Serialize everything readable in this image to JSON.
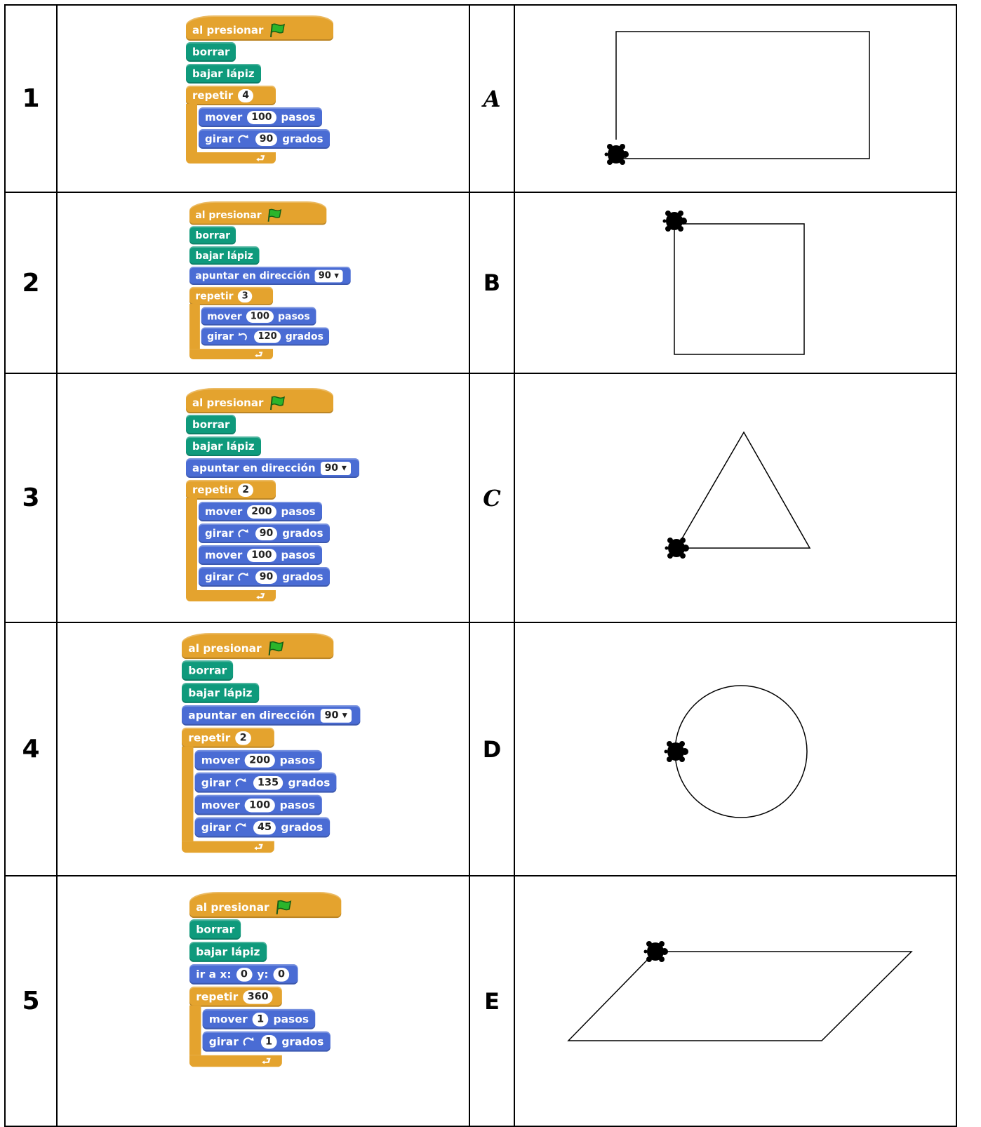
{
  "rows": [
    {
      "number": "1",
      "letter": "A",
      "script": {
        "hat": "al presionar",
        "blocks": [
          "borrar",
          "bajar lápiz"
        ],
        "repeat": {
          "label": "repetir",
          "count": "4"
        },
        "inner": [
          {
            "pre": "mover",
            "val": "100",
            "post": "pasos"
          },
          {
            "pre": "girar",
            "icon": "turn-right-icon",
            "val": "90",
            "post": "grados"
          }
        ]
      }
    },
    {
      "number": "2",
      "letter": "B",
      "script": {
        "hat": "al presionar",
        "blocks": [
          "borrar",
          "bajar lápiz"
        ],
        "point": {
          "label": "apuntar en dirección",
          "val": "90"
        },
        "repeat": {
          "label": "repetir",
          "count": "3"
        },
        "inner": [
          {
            "pre": "mover",
            "val": "100",
            "post": "pasos"
          },
          {
            "pre": "girar",
            "icon": "turn-left-icon",
            "val": "120",
            "post": "grados"
          }
        ]
      }
    },
    {
      "number": "3",
      "letter": "C",
      "script": {
        "hat": "al presionar",
        "blocks": [
          "borrar",
          "bajar lápiz"
        ],
        "point": {
          "label": "apuntar en dirección",
          "val": "90"
        },
        "repeat": {
          "label": "repetir",
          "count": "2"
        },
        "inner": [
          {
            "pre": "mover",
            "val": "200",
            "post": "pasos"
          },
          {
            "pre": "girar",
            "icon": "turn-right-icon",
            "val": "90",
            "post": "grados"
          },
          {
            "pre": "mover",
            "val": "100",
            "post": "pasos"
          },
          {
            "pre": "girar",
            "icon": "turn-right-icon",
            "val": "90",
            "post": "grados"
          }
        ]
      }
    },
    {
      "number": "4",
      "letter": "D",
      "script": {
        "hat": "al presionar",
        "blocks": [
          "borrar",
          "bajar lápiz"
        ],
        "point": {
          "label": "apuntar en dirección",
          "val": "90"
        },
        "repeat": {
          "label": "repetir",
          "count": "2"
        },
        "inner": [
          {
            "pre": "mover",
            "val": "200",
            "post": "pasos"
          },
          {
            "pre": "girar",
            "icon": "turn-right-icon",
            "val": "135",
            "post": "grados"
          },
          {
            "pre": "mover",
            "val": "100",
            "post": "pasos"
          },
          {
            "pre": "girar",
            "icon": "turn-right-icon",
            "val": "45",
            "post": "grados"
          }
        ]
      }
    },
    {
      "number": "5",
      "letter": "E",
      "script": {
        "hat": "al presionar",
        "blocks": [
          "borrar",
          "bajar lápiz"
        ],
        "goto": {
          "pre": "ir a x:",
          "x": "0",
          "mid": "y:",
          "y": "0"
        },
        "repeat": {
          "label": "repetir",
          "count": "360"
        },
        "inner": [
          {
            "pre": "mover",
            "val": "1",
            "post": "pasos"
          },
          {
            "pre": "girar",
            "icon": "turn-right-icon",
            "val": "1",
            "post": "grados"
          }
        ]
      }
    }
  ],
  "shapes": [
    "rectangle",
    "square",
    "triangle",
    "circle",
    "parallelogram"
  ],
  "colors": {
    "hat": "#e4a32e",
    "pen": "#0f9a7c",
    "motion": "#4a6cd4",
    "control": "#e4a32e",
    "flag": "#2bb52b"
  }
}
